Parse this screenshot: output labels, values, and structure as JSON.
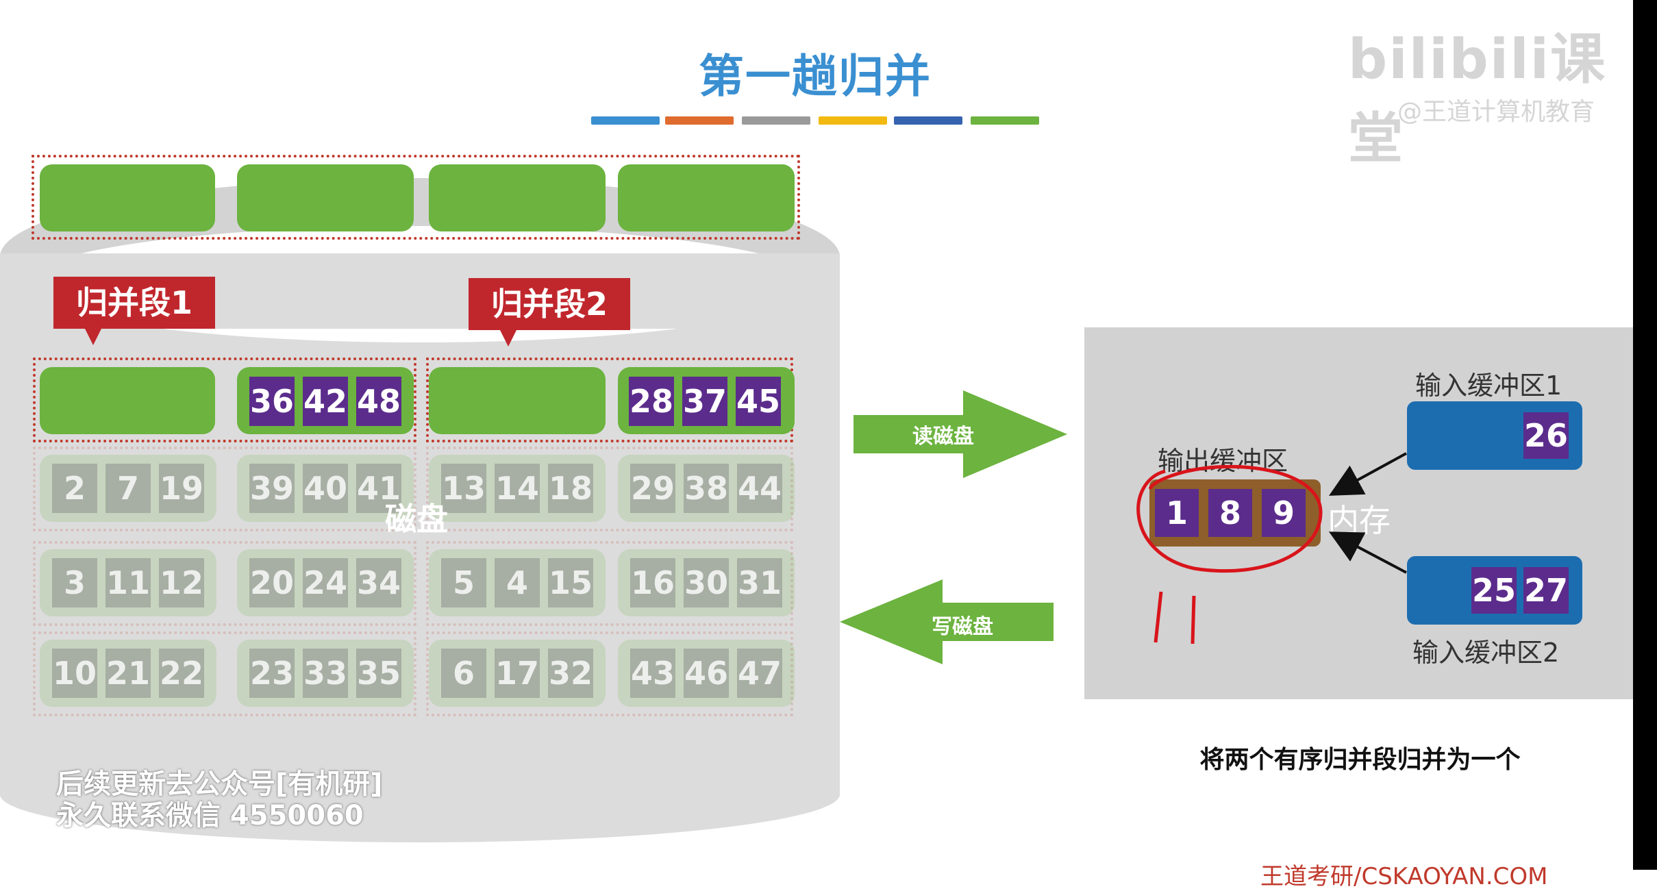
{
  "slide": {
    "title": "第一趟归并",
    "color_bars": [
      "#3a8fd1",
      "#e06b2e",
      "#9a9a9a",
      "#f2b911",
      "#3563b0",
      "#6cb33f"
    ]
  },
  "disk": {
    "label": "磁盘",
    "segment_labels": [
      "归并段1",
      "归并段2"
    ],
    "active_row": {
      "left_values": [
        "36",
        "42",
        "48"
      ],
      "right_values": [
        "28",
        "37",
        "45"
      ]
    },
    "faint_rows": [
      [
        [
          "2",
          "7",
          "19"
        ],
        [
          "39",
          "40",
          "41"
        ],
        [
          "13",
          "14",
          "18"
        ],
        [
          "29",
          "38",
          "44"
        ]
      ],
      [
        [
          "3",
          "11",
          "12"
        ],
        [
          "20",
          "24",
          "34"
        ],
        [
          "5",
          "4",
          "15"
        ],
        [
          "16",
          "30",
          "31"
        ]
      ],
      [
        [
          "10",
          "21",
          "22"
        ],
        [
          "23",
          "33",
          "35"
        ],
        [
          "6",
          "17",
          "32"
        ],
        [
          "43",
          "46",
          "47"
        ]
      ]
    ]
  },
  "watermark_text": {
    "line1": "后续更新去公众号[有机研]",
    "line2": "永久联系微信 4550060"
  },
  "arrows": {
    "read_label": "读磁盘",
    "write_label": "写磁盘"
  },
  "memory": {
    "label": "内存",
    "input1_label": "输入缓冲区1",
    "input1_values": [
      "26"
    ],
    "input2_label": "输入缓冲区2",
    "input2_values": [
      "25",
      "27"
    ],
    "output_label": "输出缓冲区",
    "output_values": [
      "1",
      "8",
      "9"
    ],
    "handwriting": "11"
  },
  "caption": "将两个有序归并段归并为一个",
  "branding": {
    "logo": "bilibili课堂",
    "sub": "@王道计算机教育",
    "footer": "王道考研/CSKAOYAN.COM"
  },
  "colors": {
    "green": "#6cb33f",
    "purple": "#5b2c8c",
    "red": "#c0272d",
    "blue": "#1c6db0",
    "brown": "#8e5f2a"
  }
}
